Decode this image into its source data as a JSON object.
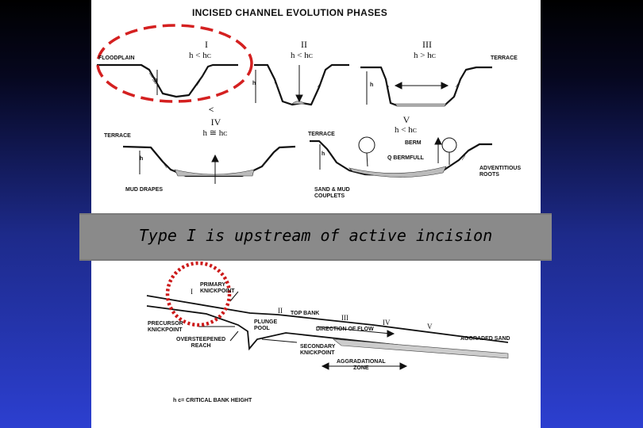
{
  "title": "INCISED CHANNEL EVOLUTION PHASES",
  "caption": "Type I is upstream of active incision",
  "phases": [
    {
      "numeral": "I",
      "condition": "h < hᴄ"
    },
    {
      "numeral": "II",
      "condition": "h < hᴄ"
    },
    {
      "numeral": "III",
      "condition": "h > hᴄ"
    },
    {
      "numeral": "IV",
      "condition": "h ≅ hᴄ",
      "arrow": "<"
    },
    {
      "numeral": "V",
      "condition": "h < hᴄ"
    }
  ],
  "top_labels": {
    "floodplain": "FLOODPLAIN",
    "terrace_1": "TERRACE",
    "terrace_2": "TERRACE",
    "terrace_3": "TERRACE",
    "berm": "BERM",
    "q_bermfull": "Q BERMFULL",
    "adventitious_roots": "ADVENTITIOUS\nROOTS",
    "mud_drapes": "MUD DRAPES",
    "sand_mud_couplets": "SAND & MUD\nCOUPLETS",
    "h": "h"
  },
  "profile_labels": {
    "primary_knickpoint": "PRIMARY\nKNICKPOINT",
    "precursor_knickpoint": "PRECURSOR\nKNICKPOINT",
    "oversteepened_reach": "OVERSTEEPENED\nREACH",
    "plunge_pool": "PLUNGE\nPOOL",
    "top_bank": "TOP BANK",
    "direction_of_flow": "DIRECTION OF FLOW",
    "secondary_knickpoint": "SECONDARY\nKNICKPOINT",
    "aggraded_sand": "AGGRADED SAND",
    "aggradational_zone": "AGGRADATIONAL\nZONE",
    "critical_bank_height": "h ᴄ= CRITICAL BANK HEIGHT",
    "numerals": [
      "I",
      "II",
      "III",
      "IV",
      "V"
    ]
  },
  "colors": {
    "background_top": "#000000",
    "background_bottom": "#2c3fd0",
    "panel": "#ffffff",
    "caption_box": "#8a8a8a",
    "highlight_dash": "#d42020",
    "highlight_dots": "#cc1a1a"
  }
}
